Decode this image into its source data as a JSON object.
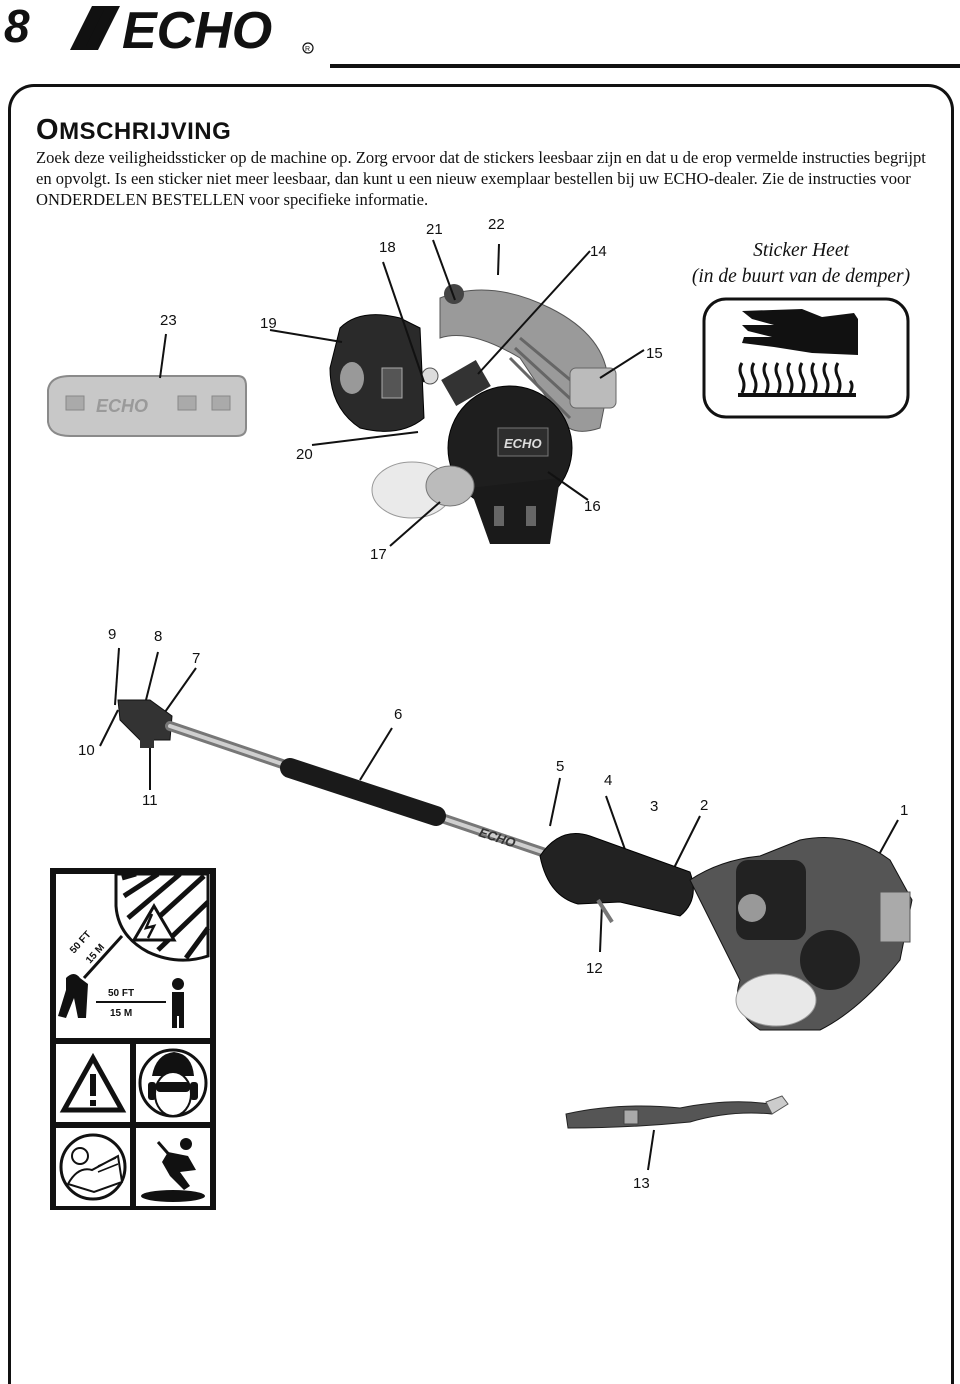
{
  "header": {
    "page_number": "8",
    "brand": "ECHO"
  },
  "section": {
    "title_first": "O",
    "title_rest": "MSCHRIJVING",
    "intro": "Zoek deze veiligheidssticker op de machine op. Zorg ervoor dat de stickers leesbaar zijn en dat u de erop vermelde instructies begrijpt en opvolgt. Is een sticker niet meer leesbaar, dan kunt u een nieuw exemplaar bestellen bij uw ECHO-dealer. Zie de instructies voor ONDERDELEN BESTELLEN voor specifieke informatie."
  },
  "heat_sticker": {
    "title_line1": "Sticker Heet",
    "title_line2": "(in de buurt van de demper)"
  },
  "callouts": {
    "c1": "1",
    "c2": "2",
    "c3": "3",
    "c4": "4",
    "c5": "5",
    "c6": "6",
    "c7": "7",
    "c8": "8",
    "c9": "9",
    "c10": "10",
    "c11": "11",
    "c12": "12",
    "c13": "13",
    "c14": "14",
    "c15": "15",
    "c16": "16",
    "c17": "17",
    "c18": "18",
    "c19": "19",
    "c20": "20",
    "c21": "21",
    "c22": "22",
    "c23": "23"
  },
  "safety_sticker": {
    "dist_ft_diag": "50 FT",
    "dist_m_diag": "15 M",
    "dist_ft": "50 FT",
    "dist_m": "15 M"
  },
  "guard_label": "ECHO",
  "engine_label": "ECHO",
  "shaft_label": "ECHO"
}
